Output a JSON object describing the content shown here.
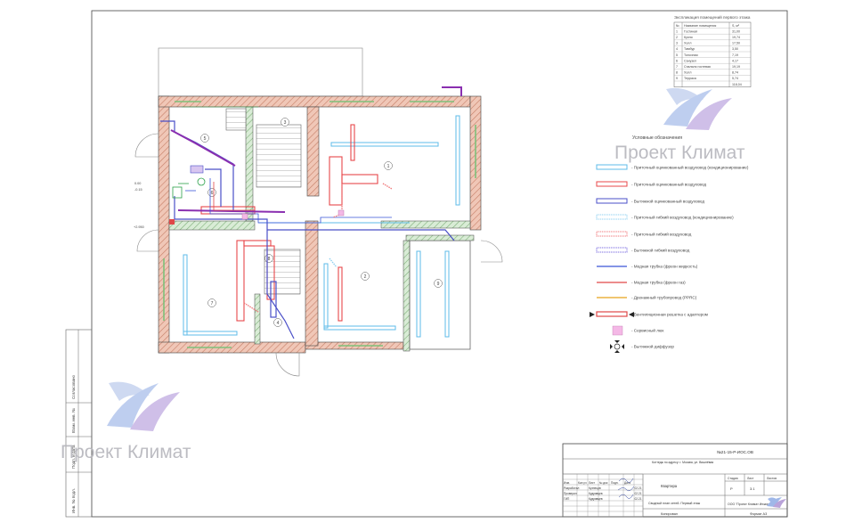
{
  "watermark": {
    "text": "Проект Климат",
    "colors": {
      "blue": "#9fb7e8",
      "purple": "#b9a3d9",
      "text": "#b5b5bc"
    }
  },
  "explication": {
    "title": "Экспликация помещений первого этажа",
    "headers": [
      "№",
      "Название помещения",
      "S, м²"
    ],
    "rows": [
      [
        "1",
        "Гостиная",
        "31,00"
      ],
      [
        "2",
        "Кухня",
        "19,74"
      ],
      [
        "3",
        "Холл",
        "17,50"
      ],
      [
        "4",
        "Тамбур",
        "3,50"
      ],
      [
        "5",
        "Топочная",
        "7,19"
      ],
      [
        "6",
        "Санузел",
        "4,17"
      ],
      [
        "7",
        "Спальня гостевая",
        "19,19"
      ],
      [
        "8",
        "Холл",
        "8,74"
      ],
      [
        "9",
        "Терраса",
        "5,74"
      ],
      [
        "",
        "",
        "118,04"
      ]
    ]
  },
  "legend": {
    "title": "Условные обозначения",
    "items": [
      {
        "label": "- Приточный оцинкованный воздуховод (кондиционирование)",
        "kind": "duct",
        "color": "#5dbbe8"
      },
      {
        "label": "- Приточный оцинкованный воздуховод",
        "kind": "duct",
        "color": "#e8474a"
      },
      {
        "label": "- Вытяжной оцинкованный воздуховод",
        "kind": "duct",
        "color": "#4a4fc8"
      },
      {
        "label": "- Приточный гибкий воздуховод (кондиционирование)",
        "kind": "flex",
        "color": "#8fd0f0"
      },
      {
        "label": "- Приточный гибкий воздуховод",
        "kind": "flex",
        "color": "#f07a7c"
      },
      {
        "label": "- Вытяжной гибкий воздуховод",
        "kind": "flex",
        "color": "#7d6fe0"
      },
      {
        "label": "- Медная трубка (фреон жидкость)",
        "kind": "line",
        "color": "#3a55d8"
      },
      {
        "label": "- Медная трубка (фреон газ)",
        "kind": "line",
        "color": "#e04848"
      },
      {
        "label": "- Дренажный трубопровод (PPRC)",
        "kind": "line",
        "color": "#e8a21a"
      },
      {
        "label": "- Вентиляционная решетка с адаптером",
        "kind": "grille",
        "color": "#e04848"
      },
      {
        "label": "- Сервисный люк",
        "kind": "hatch",
        "color": "#f4b8e6"
      },
      {
        "label": "- Вытяжной диффузор",
        "kind": "diffuser",
        "color": "#222222"
      }
    ]
  },
  "plan": {
    "room_numbers": [
      "1",
      "2",
      "3",
      "4",
      "5",
      "6",
      "7",
      "8",
      "9"
    ],
    "marks": [
      "0.00",
      "-0.15",
      "+2.950"
    ]
  },
  "side_stamp": [
    "Согласовано",
    "Взам. инв. №",
    "Подп. и дата",
    "Инв. № подл."
  ],
  "title_block": {
    "code": "№21-15-Р-ИОС.ОВ",
    "object": "Коттедж по адресу: г. Москва, ул. Вишнёвая",
    "header_cells": [
      "Изм.",
      "Кол.уч",
      "Лист",
      "№ док",
      "Подп.",
      "Дата"
    ],
    "staff": [
      {
        "role": "Разработал",
        "name": "Кузнецов",
        "date": "02.21"
      },
      {
        "role": "Проверил",
        "name": "Кудрявцев",
        "date": "02.21"
      },
      {
        "role": "ГИП",
        "name": "Кудрявцев",
        "date": "02.21"
      }
    ],
    "section": "Квартира",
    "sheet_name": "Сводный план сетей. Первый этаж",
    "stage_headers": [
      "Стадия",
      "Лист",
      "Листов"
    ],
    "stage_values": [
      "Р",
      "3.1",
      ""
    ],
    "company": "ООО \"Проект Климат Инжиниринг\"",
    "copied": "Копировал",
    "format": "Формат А3"
  }
}
